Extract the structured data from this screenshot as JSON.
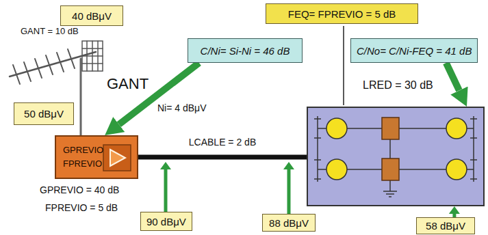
{
  "diagram": {
    "nodes": [
      {
        "text": [
          "40 dBμV"
        ]
      },
      {
        "text": [
          "FEQ= FPREVIO = 5 dB"
        ]
      },
      {
        "text": [
          "C/Ni= Si-Ni = 46 dB"
        ]
      },
      {
        "text": [
          "C/No= C/Ni-FEQ = 41 dB"
        ]
      },
      {
        "text": [
          "LRED = 30 dB"
        ]
      },
      {
        "text": [
          "50 dBμV"
        ]
      },
      {
        "text": [
          "GPREVIO",
          "FPREVIO"
        ]
      },
      {
        "text": [
          "90 dBμV"
        ]
      },
      {
        "text": [
          "88 dBμV"
        ]
      },
      {
        "text": [
          "58 dBμV"
        ]
      }
    ],
    "edges": [
      {
        "from": 2,
        "to": 6,
        "arrow": "to"
      },
      {
        "from": 3,
        "to": 4,
        "arrow": "to"
      },
      {
        "from": 6,
        "to": 4,
        "label": "LCABLE = 2 dB",
        "arrow": "none"
      },
      {
        "from": 9,
        "to": 4,
        "arrow": "to"
      }
    ],
    "labels": [
      "GANT = 10 dB",
      "GANT",
      "Ni= 4 dBμV",
      "GPREVIO = 40 dB",
      "FPREVIO = 5 dB"
    ]
  }
}
